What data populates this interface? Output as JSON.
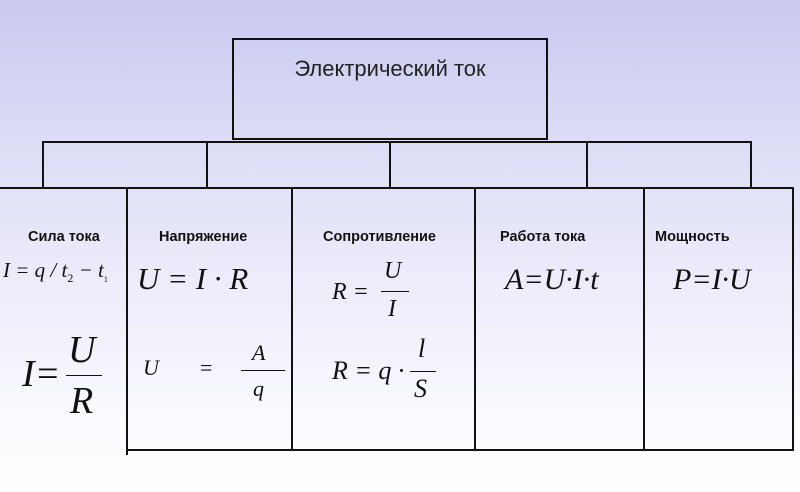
{
  "title": "Электрический ток",
  "columns": [
    {
      "label": "Сила тока"
    },
    {
      "label": "Напряжение"
    },
    {
      "label": "Сопротивление"
    },
    {
      "label": "Работа тока"
    },
    {
      "label": "Мощность"
    }
  ],
  "formulas": {
    "current_1": {
      "lhs": "I = q / t",
      "sub2": "2",
      "minus": " − t",
      "sub1": "1"
    },
    "current_2": {
      "lhs": "I=",
      "num": "U",
      "den": "R"
    },
    "voltage_1": "U  = I · R",
    "voltage_2": {
      "lhs": "U",
      "eq": "=",
      "num": "A",
      "den": "q"
    },
    "resistance_1": {
      "lhs": "R =",
      "num": "U",
      "den": "I"
    },
    "resistance_2": {
      "lhs": "R = q ·",
      "num": "l",
      "den": "S"
    },
    "work_1": "A=U·I·t",
    "power_1": "P=I·U"
  }
}
